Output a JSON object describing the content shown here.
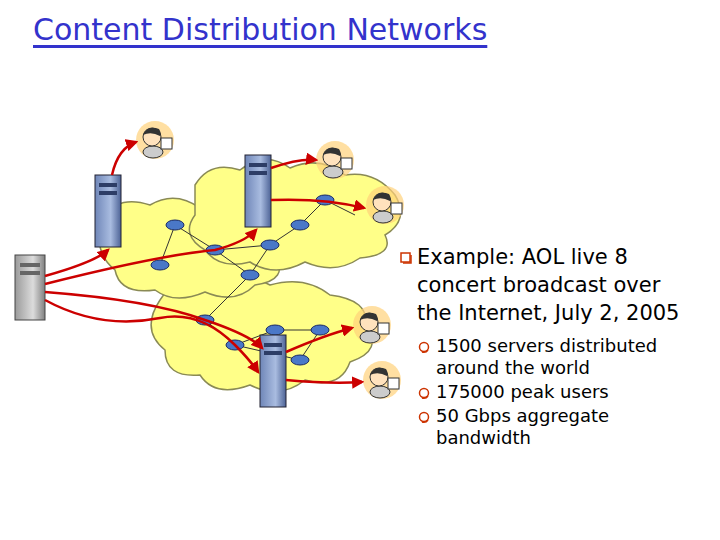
{
  "diagram": {
    "title": "Content Distribution Networks",
    "labels": [
      "Example: AOL live 8 concert broadcast over the Internet, July 2, 2005",
      "1500 servers distributed around the world",
      "175000 peak users",
      "50 Gbps aggregate bandwidth"
    ]
  }
}
